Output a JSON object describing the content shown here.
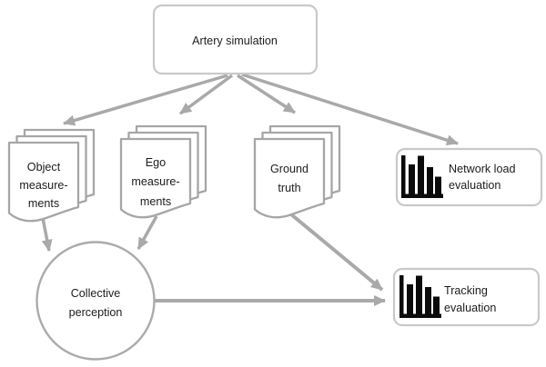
{
  "diagram": {
    "background_color": "#ffffff",
    "colors": {
      "box_border": "#c9c9c9",
      "document_border": "#a6a6a6",
      "circle_border": "#ababab",
      "arrow": "#a9a9a9",
      "text": "#1c1c1c",
      "icon": "#0a0a0a"
    },
    "nodes": {
      "artery_simulation": {
        "type": "rounded-rect",
        "label": "Artery simulation"
      },
      "object_measurements": {
        "type": "multidocument",
        "lines": [
          "Object",
          "measure-",
          "ments"
        ]
      },
      "ego_measurements": {
        "type": "multidocument",
        "lines": [
          "Ego",
          "measure-",
          "ments"
        ]
      },
      "ground_truth": {
        "type": "multidocument",
        "lines": [
          "Ground",
          "truth"
        ]
      },
      "network_load_evaluation": {
        "type": "rounded-rect",
        "icon": "bar-chart-icon",
        "lines": [
          "Network load",
          "evaluation"
        ]
      },
      "collective_perception": {
        "type": "circle",
        "lines": [
          "Collective",
          "perception"
        ]
      },
      "tracking_evaluation": {
        "type": "rounded-rect",
        "icon": "bar-chart-icon",
        "lines": [
          "Tracking",
          "evaluation"
        ]
      }
    },
    "edges": [
      {
        "from": "artery_simulation",
        "to": "object_measurements"
      },
      {
        "from": "artery_simulation",
        "to": "ego_measurements"
      },
      {
        "from": "artery_simulation",
        "to": "ground_truth"
      },
      {
        "from": "artery_simulation",
        "to": "network_load_evaluation"
      },
      {
        "from": "object_measurements",
        "to": "collective_perception"
      },
      {
        "from": "ego_measurements",
        "to": "collective_perception"
      },
      {
        "from": "ground_truth",
        "to": "tracking_evaluation"
      },
      {
        "from": "collective_perception",
        "to": "tracking_evaluation"
      }
    ]
  }
}
